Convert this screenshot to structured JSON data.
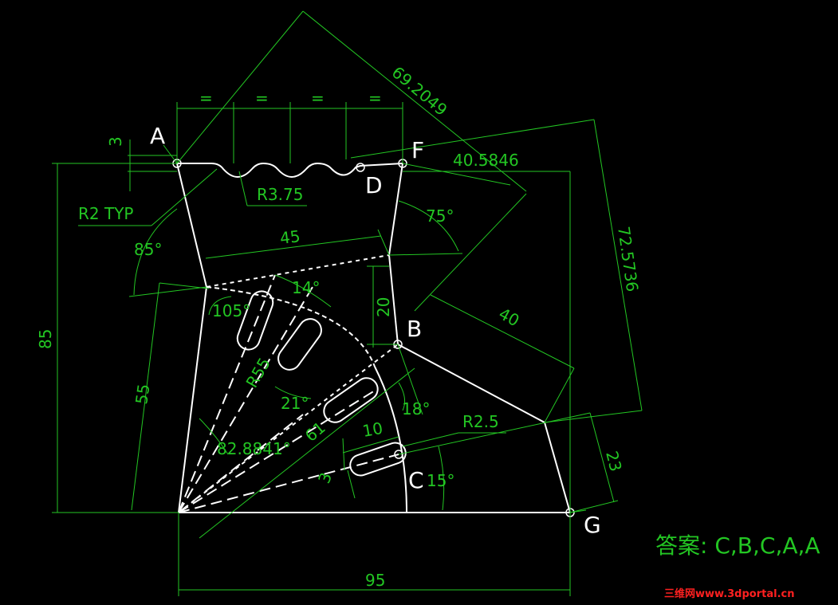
{
  "points": {
    "A": "A",
    "B": "B",
    "C": "C",
    "D": "D",
    "F": "F",
    "G": "G"
  },
  "dimensions": {
    "d69": "69.2049",
    "d40_5846": "40.5846",
    "d72_5736": "72.5736",
    "d85": "85",
    "d45": "45",
    "d40": "40",
    "d55": "55",
    "d20": "20",
    "d95": "95",
    "d23": "23",
    "d10": "10",
    "d3a": "3",
    "d3b": "3",
    "d61": "61",
    "r3_75": "R3.75",
    "r2typ": "R2 TYP",
    "r55": "R55",
    "r2_5": "R2.5",
    "eq1": "=",
    "eq2": "=",
    "eq3": "=",
    "eq4": "="
  },
  "angles": {
    "a85": "85°",
    "a75": "75°",
    "a105": "105°",
    "a14": "14°",
    "a21": "21°",
    "a18": "18°",
    "a15": "15°",
    "a82": "82.8841°"
  },
  "answer": "答案: C,B,C,A,A",
  "watermark": "三维网www.3dportal.cn",
  "colors": {
    "dimension": "#23c623",
    "geometry": "#ffffff",
    "watermark": "#ff2020"
  }
}
